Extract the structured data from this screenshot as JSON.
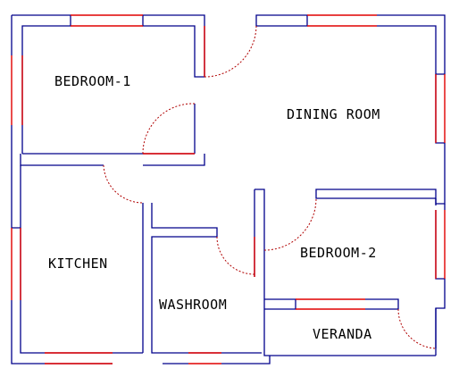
{
  "colors": {
    "wall": "#00008b",
    "window": "#e00000",
    "door_swing": "#b00000",
    "background": "#ffffff",
    "text": "#000000"
  },
  "rooms": {
    "bedroom1": "BEDROOM-1",
    "dining": "DINING ROOM",
    "kitchen": "KITCHEN",
    "bedroom2": "BEDROOM-2",
    "washroom": "WASHROOM",
    "veranda": "VERANDA"
  }
}
